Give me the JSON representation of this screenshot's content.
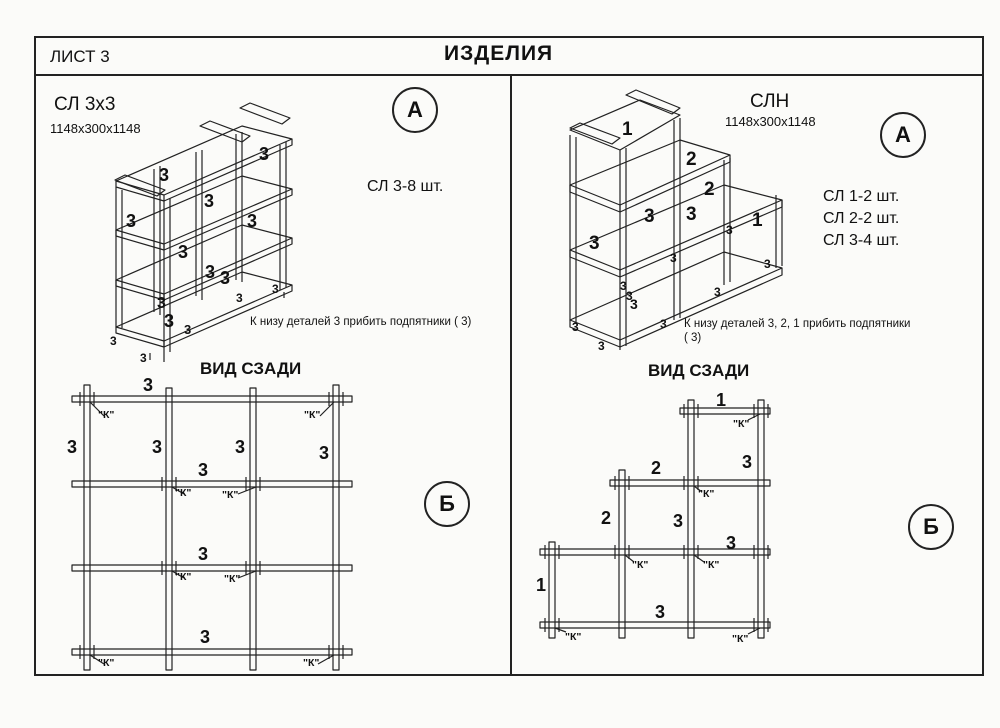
{
  "header": {
    "sheet_label": "ЛИСТ 3",
    "title": "ИЗДЕЛИЯ"
  },
  "left_panel": {
    "model_name": "СЛ 3х3",
    "dimensions": "1148х300х1148",
    "view_a_label": "А",
    "quantity": "СЛ 3-8 шт.",
    "note": "К низу деталей  3 прибить подпятники  ( 3)",
    "rear_view_title": "ВИД СЗАДИ",
    "view_b_label": "Б",
    "part_number": "3",
    "connector_label": "\"К\""
  },
  "right_panel": {
    "model_name": "СЛН",
    "dimensions": "1148х300х1148",
    "view_a_label": "А",
    "quantities": [
      "СЛ 1-2 шт.",
      "СЛ 2-2 шт.",
      "СЛ 3-4 шт."
    ],
    "note_line1": "К низу деталей  3, 2, 1 прибить подпятники",
    "note_line2": "( 3)",
    "rear_view_title": "ВИД СЗАДИ",
    "view_b_label": "Б",
    "part_numbers": [
      "1",
      "2",
      "3"
    ],
    "connector_label": "\"К\""
  }
}
